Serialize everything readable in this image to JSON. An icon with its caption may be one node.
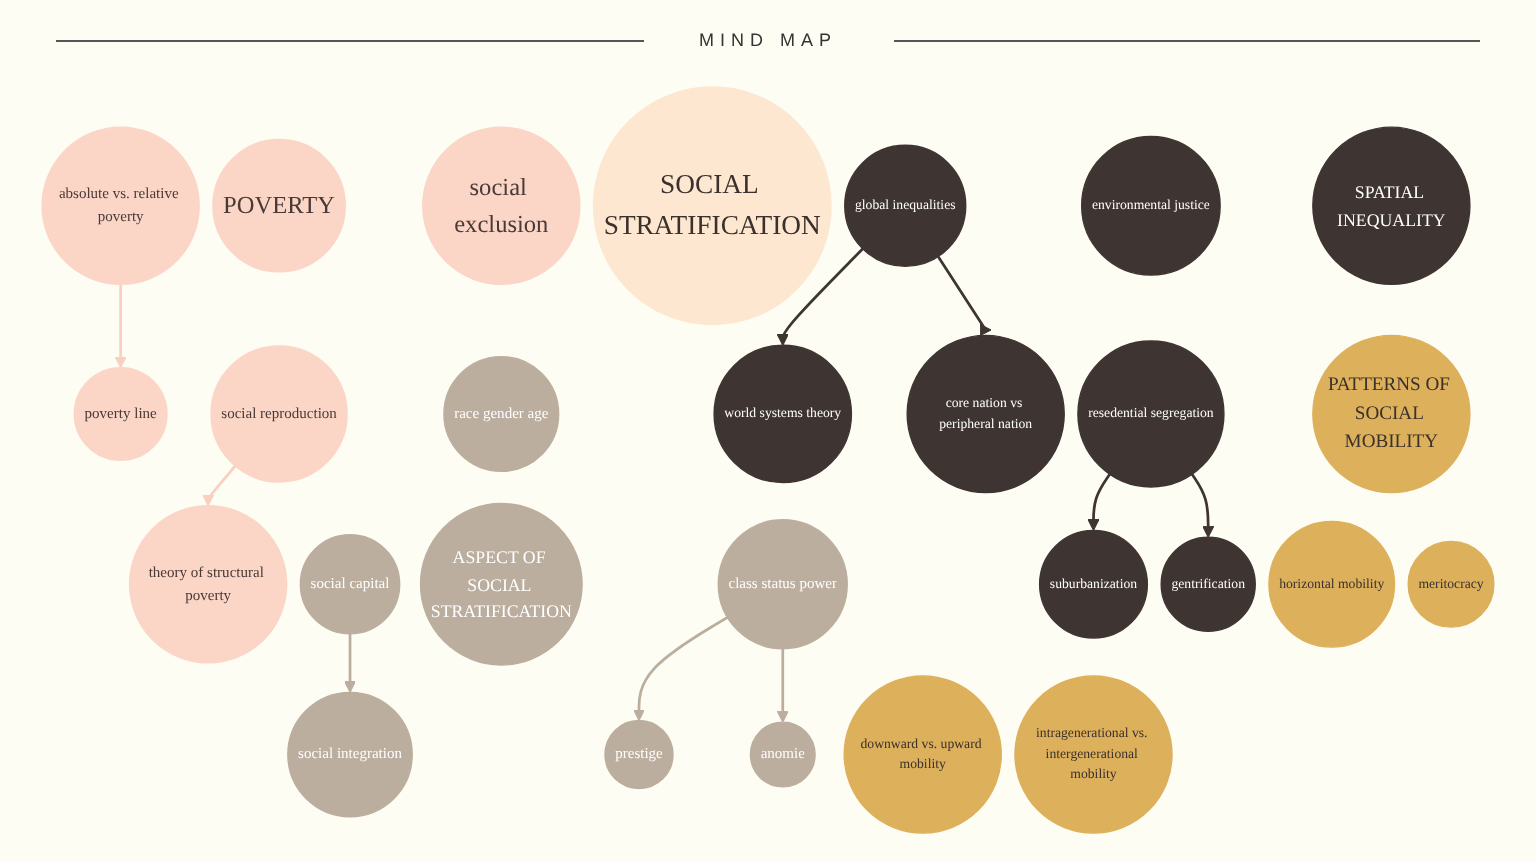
{
  "diagram": {
    "title": "MIND MAP",
    "nodes": [
      {
        "text": [
          "poverty line"
        ]
      },
      {
        "text": [
          "absolute vs. relative poverty"
        ]
      },
      {
        "text": [
          "POVERTY"
        ]
      },
      {
        "text": [
          "social exclusion"
        ]
      },
      {
        "text": [
          "social reproduction"
        ]
      },
      {
        "text": [
          "theory of structural poverty"
        ]
      },
      {
        "text": [
          "race gender age"
        ]
      },
      {
        "text": [
          "social integration"
        ]
      },
      {
        "text": [
          "social capital"
        ]
      },
      {
        "text": [
          "ASPECT OF SOCIAL STRATIFICATION"
        ]
      },
      {
        "text": [
          "prestige"
        ]
      },
      {
        "text": [
          "class status power"
        ]
      },
      {
        "text": [
          "anomie"
        ]
      },
      {
        "text": [
          "SOCIAL STRATIFICATION"
        ]
      },
      {
        "text": [
          "environmental justice"
        ]
      },
      {
        "text": [
          "world systems theory"
        ]
      },
      {
        "text": [
          "SPATIAL INEQUALITY"
        ]
      },
      {
        "text": [
          "global inequalities"
        ]
      },
      {
        "text": [
          "core nation vs peripheral nation"
        ]
      },
      {
        "text": [
          "resedential segregation"
        ]
      },
      {
        "text": [
          "suburbanization"
        ]
      },
      {
        "text": [
          "gentrification"
        ]
      },
      {
        "text": [
          "PATTERNS OF SOCIAL MOBILITY"
        ]
      },
      {
        "text": [
          "horizontal mobility"
        ]
      },
      {
        "text": [
          "meritocracy"
        ]
      },
      {
        "text": [
          "downward vs. upward mobility"
        ]
      },
      {
        "text": [
          "intragenerational vs. intergenerational mobility"
        ]
      }
    ],
    "edges": [
      {
        "from": 1,
        "to": 0,
        "arrow": "to",
        "color": "#f8cfc0"
      },
      {
        "from": 4,
        "to": 5,
        "arrow": "to",
        "color": "#f8cfc0"
      },
      {
        "from": 8,
        "to": 7,
        "arrow": "to",
        "color": "#bcae9e"
      },
      {
        "from": 11,
        "to": 10,
        "arrow": "to",
        "color": "#bcae9e"
      },
      {
        "from": 11,
        "to": 12,
        "arrow": "to",
        "color": "#bcae9e"
      },
      {
        "from": 17,
        "to": 15,
        "arrow": "to"
      },
      {
        "from": 17,
        "to": 18,
        "arrow": "to"
      },
      {
        "from": 19,
        "to": 20,
        "arrow": "to"
      },
      {
        "from": 19,
        "to": 21,
        "arrow": "to"
      }
    ]
  }
}
